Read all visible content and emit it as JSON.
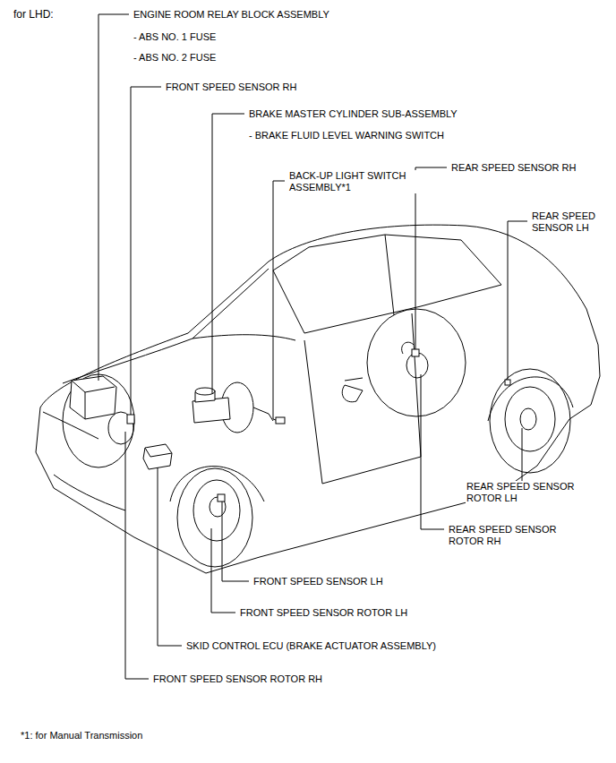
{
  "diagram": {
    "title": "for LHD:",
    "labels": [
      "ENGINE ROOM RELAY BLOCK ASSEMBLY",
      "- ABS NO. 1 FUSE",
      "- ABS NO. 2 FUSE",
      "FRONT SPEED SENSOR RH",
      "BRAKE MASTER CYLINDER SUB-ASSEMBLY",
      "- BRAKE FLUID LEVEL WARNING SWITCH",
      "BACK-UP LIGHT SWITCH ASSEMBLY*1",
      "REAR SPEED SENSOR RH",
      "REAR SPEED SENSOR LH",
      "REAR SPEED SENSOR ROTOR LH",
      "REAR SPEED SENSOR ROTOR RH",
      "FRONT SPEED SENSOR LH",
      "FRONT SPEED SENSOR ROTOR LH",
      "SKID CONTROL ECU (BRAKE ACTUATOR ASSEMBLY)",
      "FRONT SPEED SENSOR ROTOR RH",
      "*1: for Manual Transmission"
    ]
  }
}
